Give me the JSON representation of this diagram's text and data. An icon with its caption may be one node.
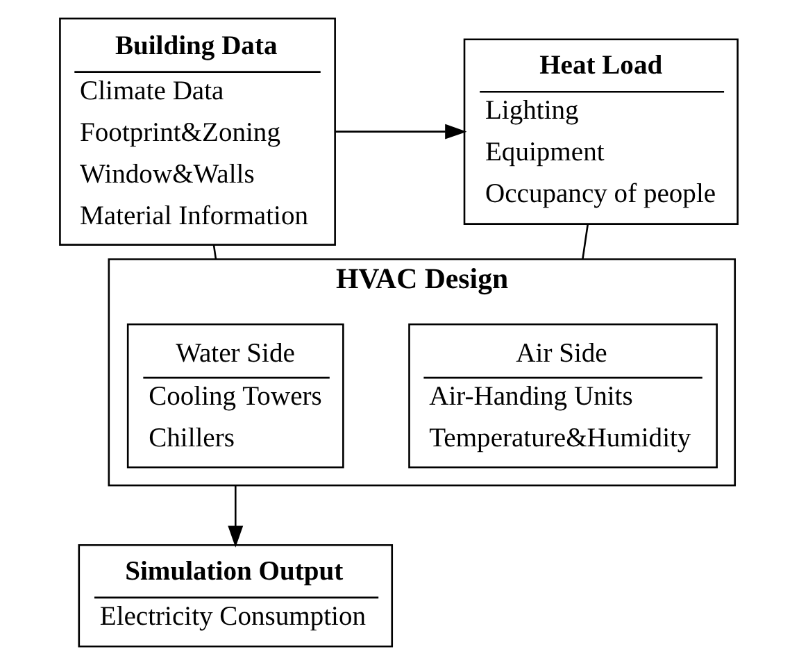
{
  "diagram": {
    "nodes": [
      {
        "text": [
          "Building Data",
          "Climate Data",
          "Footprint&Zoning",
          "Window&Walls",
          "Material Information"
        ]
      },
      {
        "text": [
          "Heat Load",
          "Lighting",
          "Equipment",
          "Occupancy of people"
        ]
      },
      {
        "text": [
          "HVAC Design"
        ]
      },
      {
        "text": [
          "Water Side",
          "Cooling Towers",
          "Chillers"
        ],
        "in": 2
      },
      {
        "text": [
          "Air Side",
          "Air-Handing Units",
          "Temperature&Humidity"
        ],
        "in": 2
      },
      {
        "text": [
          "Simulation Output",
          "Electricity Consumption"
        ]
      }
    ],
    "edges": [
      {
        "from": 0,
        "to": 1,
        "arrow": "to"
      },
      {
        "from": 0,
        "to": 2,
        "arrow": "none"
      },
      {
        "from": 1,
        "to": 2,
        "arrow": "none"
      },
      {
        "from": 2,
        "to": 5,
        "arrow": "to"
      }
    ]
  }
}
